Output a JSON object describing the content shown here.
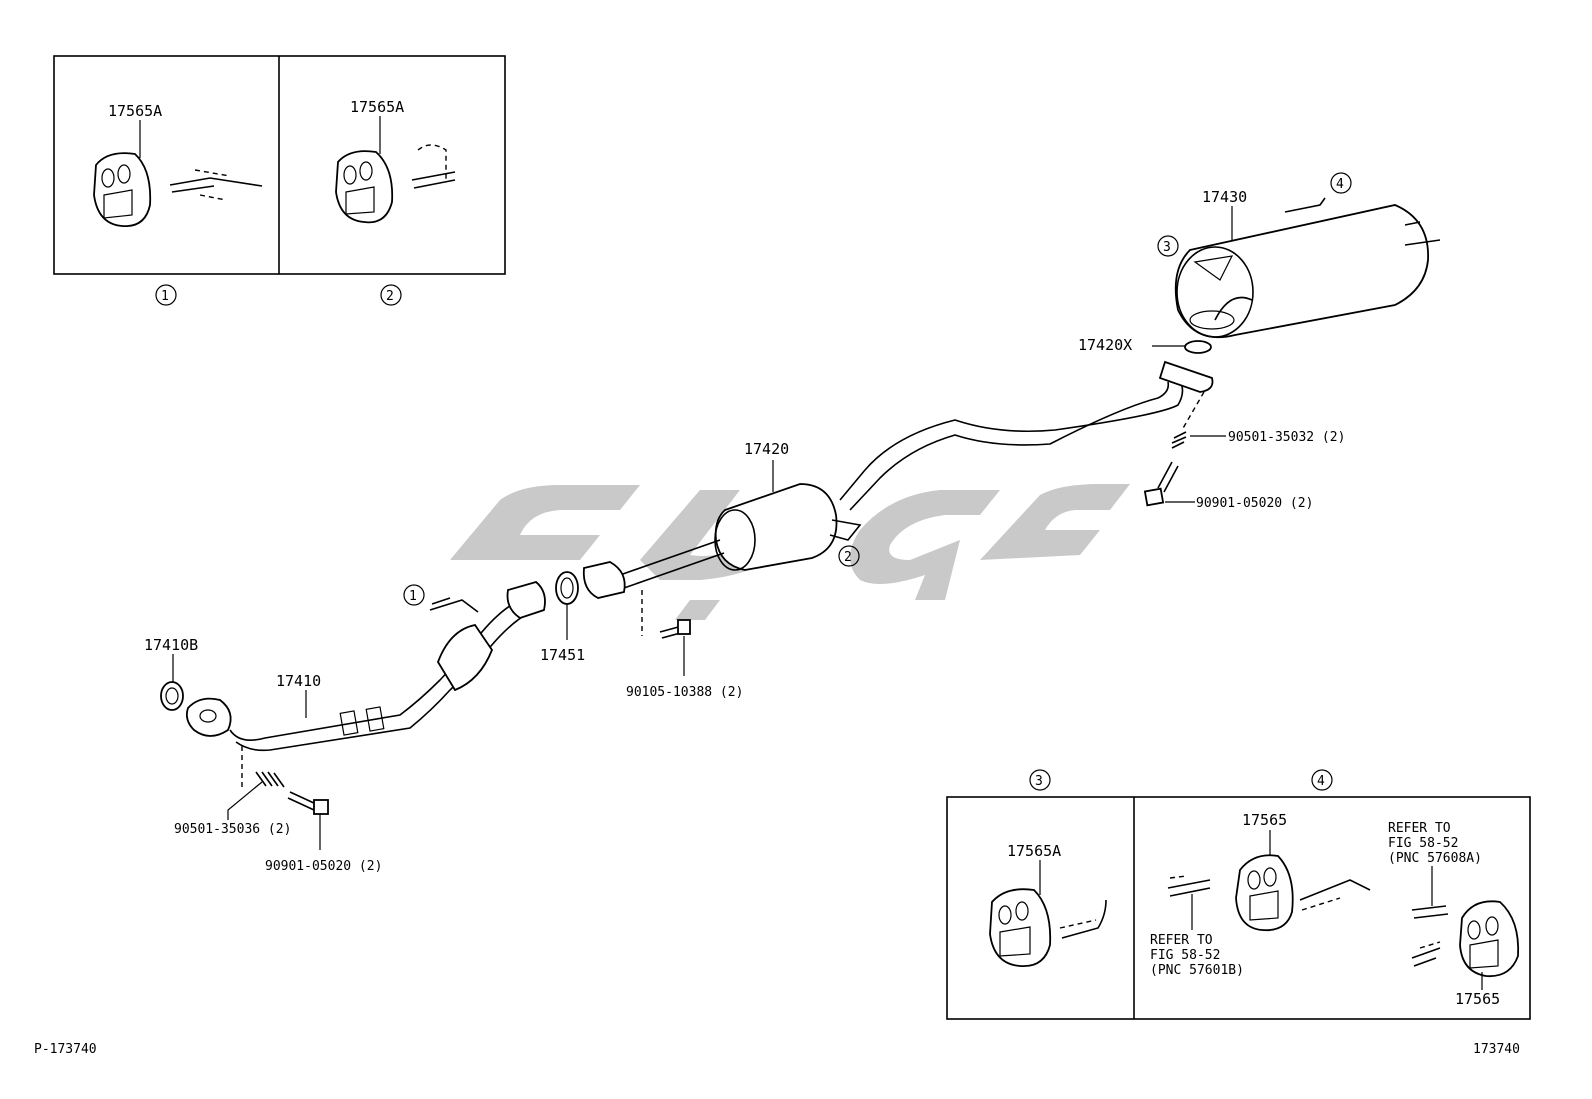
{
  "diagram": {
    "figure_id": "P-173740",
    "figure_number": "173740",
    "parts": {
      "p17565A_1": "17565A",
      "p17565A_2": "17565A",
      "p17565A_3": "17565A",
      "p17565_a": "17565",
      "p17565_b": "17565",
      "p17430": "17430",
      "p17420X": "17420X",
      "p17420": "17420",
      "p17451": "17451",
      "p17410B": "17410B",
      "p17410": "17410",
      "bolt_90501_35032": "90501-35032 (2)",
      "bolt_90901_05020_a": "90901-05020 (2)",
      "bolt_90105_10388": "90105-10388 (2)",
      "bolt_90501_35036": "90501-35036 (2)",
      "bolt_90901_05020_b": "90901-05020 (2)"
    },
    "callouts": {
      "c1": "1",
      "c2": "2",
      "c3": "3",
      "c4": "4"
    },
    "refers": {
      "left_line1": "REFER TO",
      "left_line2": "FIG 58-52",
      "left_line3": "(PNC 57601B)",
      "right_line1": "REFER TO",
      "right_line2": "FIG 58-52",
      "right_line3": "(PNC 57608A)"
    },
    "colors": {
      "line": "#000000",
      "watermark": "#c9c9c9",
      "background": "#ffffff"
    }
  }
}
